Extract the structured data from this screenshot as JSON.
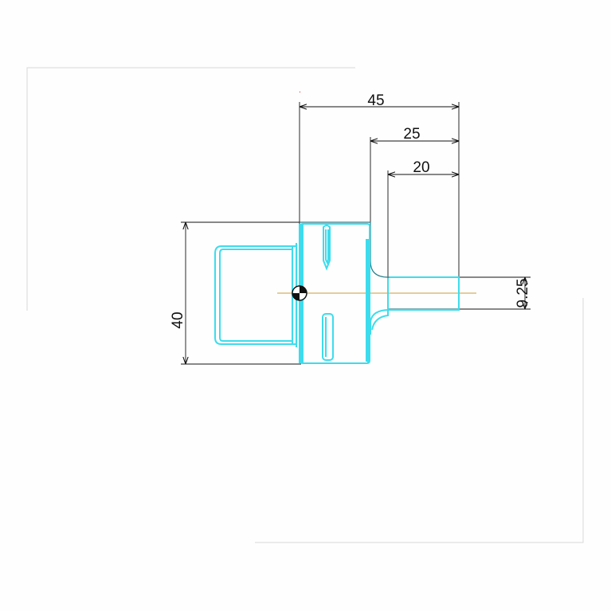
{
  "colors": {
    "background": "#fefefe",
    "frame": "#d8d8d8",
    "dimension": "#111111",
    "profile": "#3ddcec",
    "contour": "#2a7f8a",
    "centerline": "#d4b060",
    "marker": "#111111"
  },
  "dimensions": {
    "overall_width": "45",
    "flange_width": "25",
    "tab_width": "20",
    "height": "40",
    "offset": "9.25"
  },
  "marker": {
    "icon": "center-of-gravity-icon"
  }
}
